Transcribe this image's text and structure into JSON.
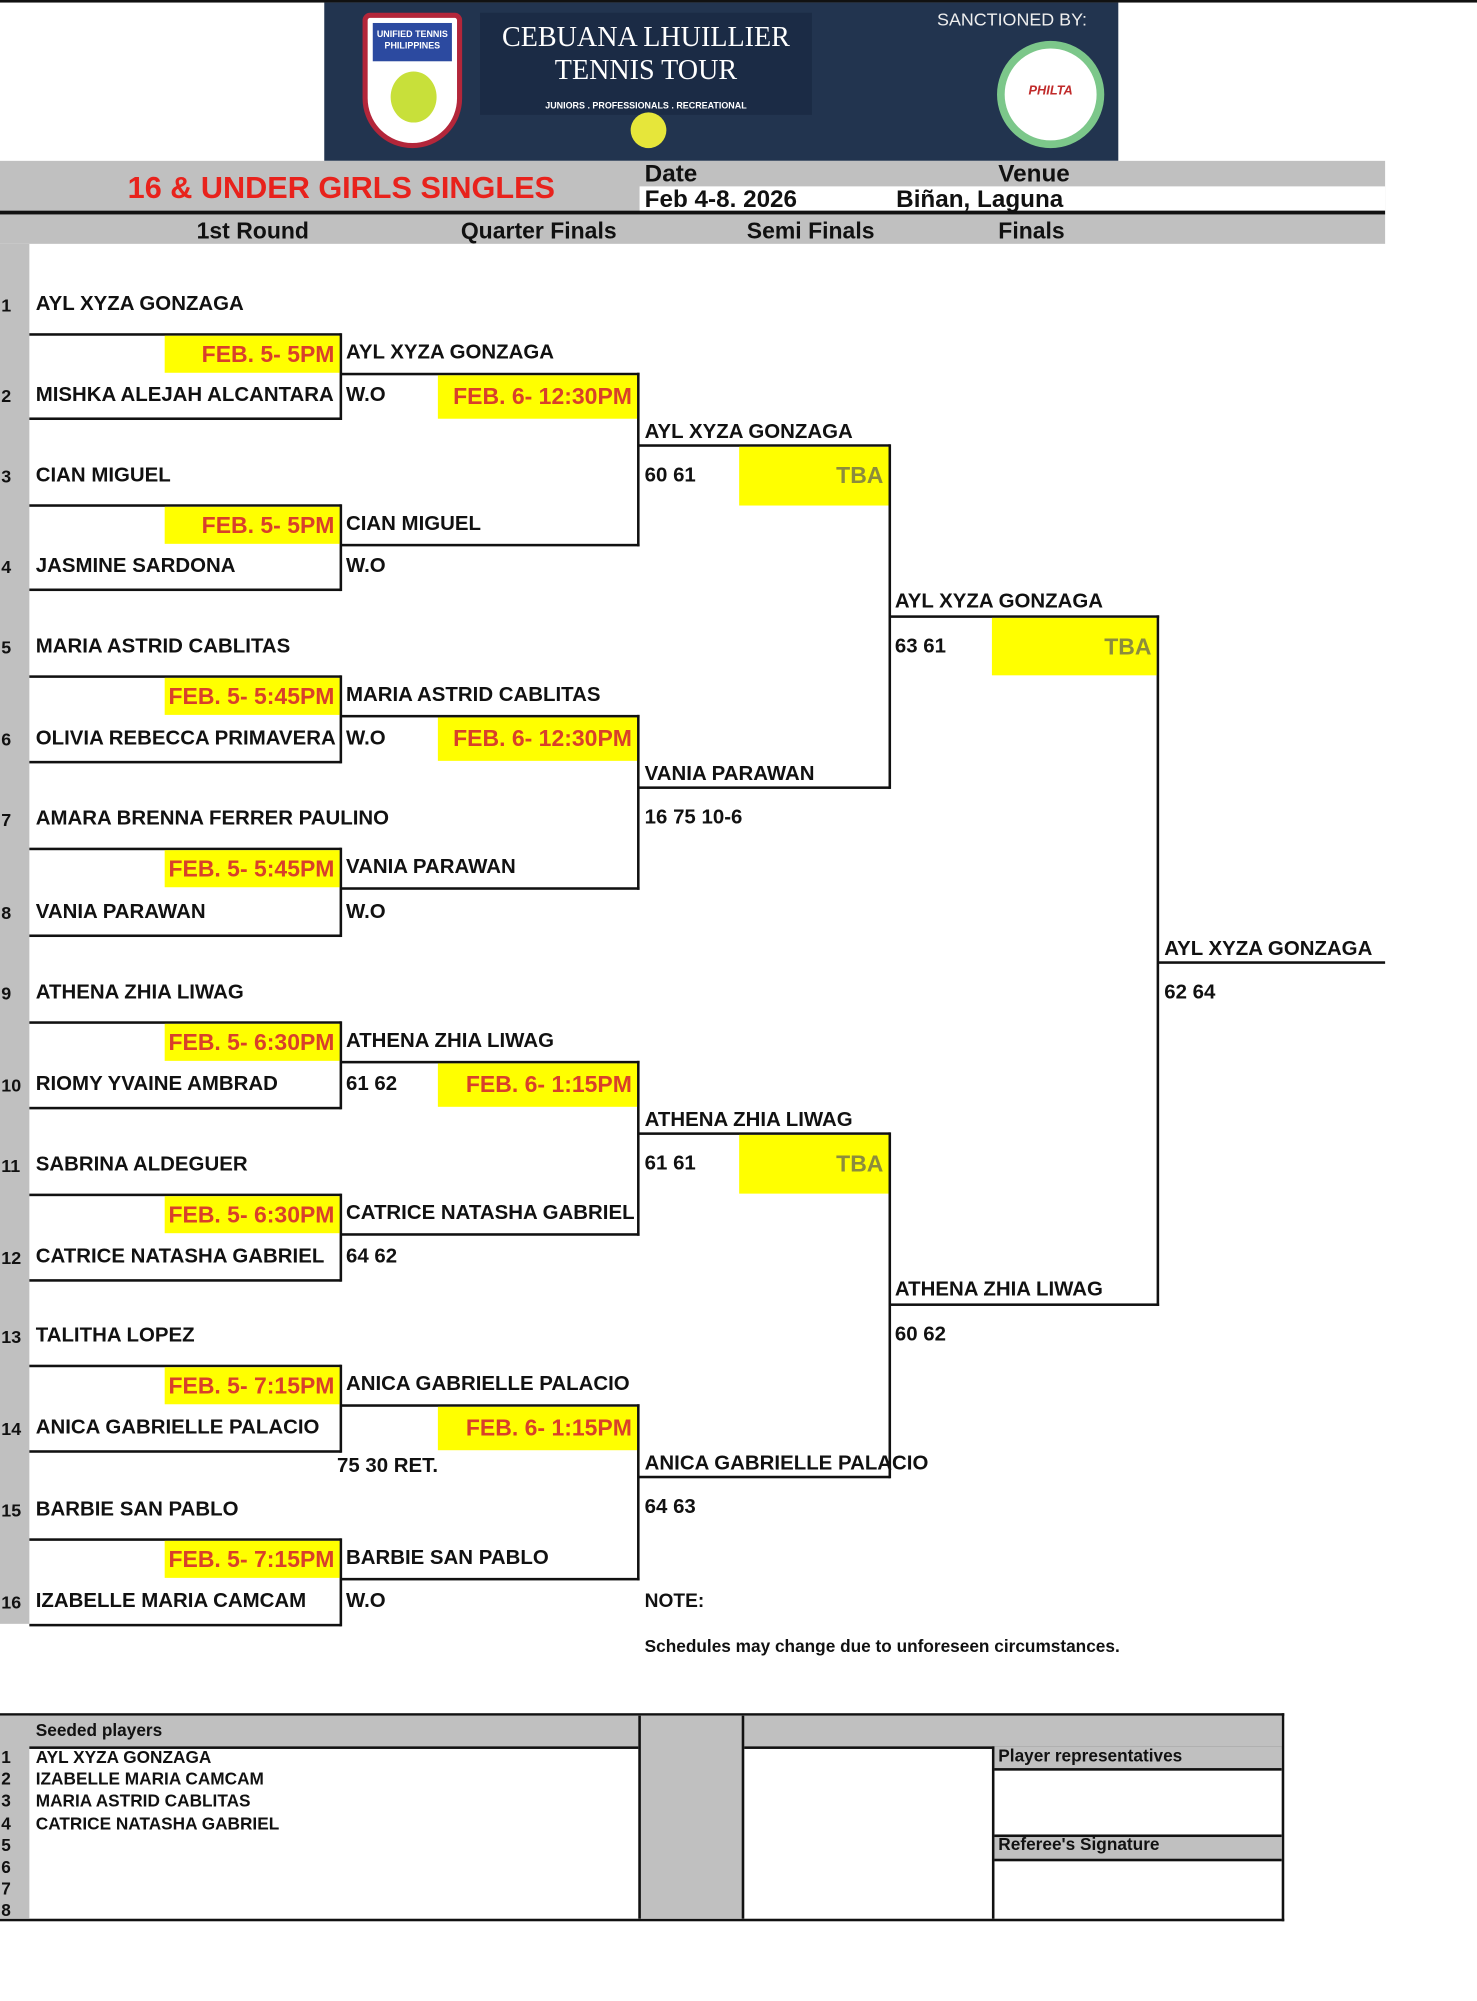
{
  "banner": {
    "logo_left": "UNIFIED TENNIS PHILIPPINES",
    "logo_main": "CEBUANA LHUILLIER TENNIS TOUR",
    "logo_tagline": "JUNIORS . PROFESSIONALS . RECREATIONAL",
    "sanctioned_by": "SANCTIONED BY:",
    "philta": "PHILTA",
    "colors": {
      "bg": "#22344f",
      "accent": "#c8e03a"
    }
  },
  "header": {
    "title": "16 & UNDER GIRLS SINGLES",
    "date_label": "Date",
    "date_value": "Feb 4-8. 2026",
    "venue_label": "Venue",
    "venue_value": "Biñan, Laguna"
  },
  "rounds": [
    "1st Round",
    "Quarter Finals",
    "Semi Finals",
    "Finals"
  ],
  "draw": [
    {
      "no": "1",
      "name": "AYL XYZA GONZAGA"
    },
    {
      "no": "2",
      "name": "MISHKA ALEJAH ALCANTARA"
    },
    {
      "no": "3",
      "name": "CIAN MIGUEL"
    },
    {
      "no": "4",
      "name": "JASMINE SARDONA"
    },
    {
      "no": "5",
      "name": "MARIA ASTRID CABLITAS"
    },
    {
      "no": "6",
      "name": "OLIVIA REBECCA PRIMAVERA"
    },
    {
      "no": "7",
      "name": "AMARA BRENNA FERRER PAULINO"
    },
    {
      "no": "8",
      "name": "VANIA PARAWAN"
    },
    {
      "no": "9",
      "name": "ATHENA ZHIA LIWAG"
    },
    {
      "no": "10",
      "name": "RIOMY YVAINE AMBRAD"
    },
    {
      "no": "11",
      "name": "SABRINA ALDEGUER"
    },
    {
      "no": "12",
      "name": "CATRICE NATASHA GABRIEL"
    },
    {
      "no": "13",
      "name": "TALITHA LOPEZ"
    },
    {
      "no": "14",
      "name": "ANICA GABRIELLE PALACIO"
    },
    {
      "no": "15",
      "name": "BARBIE SAN PABLO"
    },
    {
      "no": "16",
      "name": "IZABELLE MARIA CAMCAM"
    }
  ],
  "first_round": [
    {
      "schedule": "FEB. 5- 5PM",
      "winner": "AYL XYZA GONZAGA",
      "score": "W.O"
    },
    {
      "schedule": "FEB. 5- 5PM",
      "winner": "CIAN MIGUEL",
      "score": "W.O"
    },
    {
      "schedule": "FEB. 5- 5:45PM",
      "winner": "MARIA ASTRID CABLITAS",
      "score": "W.O"
    },
    {
      "schedule": "FEB. 5- 5:45PM",
      "winner": "VANIA PARAWAN",
      "score": "W.O"
    },
    {
      "schedule": "FEB. 5- 6:30PM",
      "winner": "ATHENA ZHIA LIWAG",
      "score": "61 62"
    },
    {
      "schedule": "FEB. 5- 6:30PM",
      "winner": "CATRICE NATASHA GABRIEL",
      "score": "64 62"
    },
    {
      "schedule": "FEB. 5- 7:15PM",
      "winner": "ANICA GABRIELLE PALACIO",
      "score": "75 30 RET."
    },
    {
      "schedule": "FEB. 5- 7:15PM",
      "winner": "BARBIE SAN PABLO",
      "score": "W.O"
    }
  ],
  "quarter_finals": [
    {
      "schedule": "FEB. 6- 12:30PM",
      "winner": "AYL XYZA GONZAGA",
      "score": "60 61"
    },
    {
      "schedule": "FEB. 6- 12:30PM",
      "winner": "VANIA PARAWAN",
      "score": "16 75 10-6"
    },
    {
      "schedule": "FEB. 6- 1:15PM",
      "winner": "ATHENA ZHIA LIWAG",
      "score": "61 61"
    },
    {
      "schedule": "FEB. 6- 1:15PM",
      "winner": "ANICA GABRIELLE PALACIO",
      "score": "64 63"
    }
  ],
  "semi_finals": [
    {
      "schedule": "TBA",
      "winner": "AYL XYZA GONZAGA",
      "score": "63 61"
    },
    {
      "schedule": "TBA",
      "winner": "ATHENA ZHIA LIWAG",
      "score": "60 62"
    }
  ],
  "final": {
    "schedule": "TBA",
    "winner": "AYL XYZA GONZAGA",
    "score": "62 64"
  },
  "note": {
    "label": "NOTE:",
    "text": "Schedules may change due to unforeseen circumstances."
  },
  "seeds": {
    "header": "Seeded players",
    "list": [
      {
        "no": "1",
        "name": "AYL XYZA GONZAGA"
      },
      {
        "no": "2",
        "name": "IZABELLE MARIA CAMCAM"
      },
      {
        "no": "3",
        "name": "MARIA ASTRID CABLITAS"
      },
      {
        "no": "4",
        "name": "CATRICE NATASHA GABRIEL"
      },
      {
        "no": "5",
        "name": ""
      },
      {
        "no": "6",
        "name": ""
      },
      {
        "no": "7",
        "name": ""
      },
      {
        "no": "8",
        "name": ""
      }
    ],
    "player_reps": "Player representatives",
    "referee": "Referee's Signature"
  }
}
